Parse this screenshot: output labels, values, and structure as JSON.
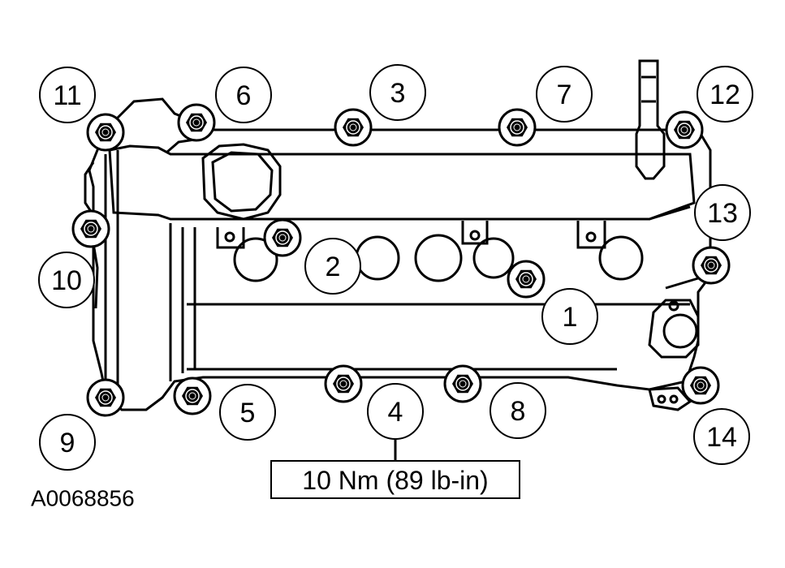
{
  "figure_id": "A0068856",
  "torque_spec": "10 Nm (89 lb-in)",
  "callouts": [
    "1",
    "2",
    "3",
    "4",
    "5",
    "6",
    "7",
    "8",
    "9",
    "10",
    "11",
    "12",
    "13",
    "14"
  ],
  "colors": {
    "line": "#000000",
    "background": "#ffffff"
  },
  "icons": {
    "bolt": "hex-flange-bolt-icon"
  }
}
